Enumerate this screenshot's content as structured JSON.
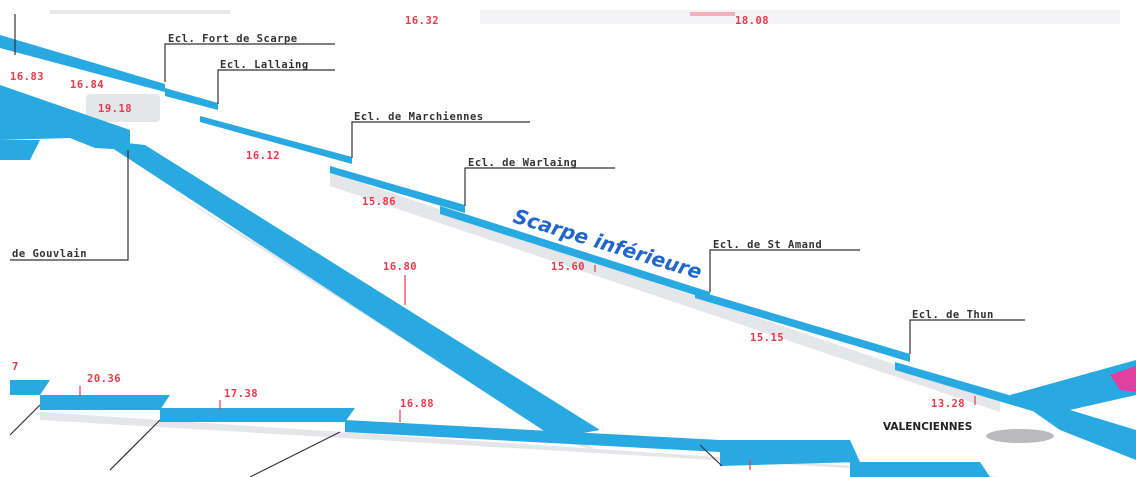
{
  "header": {
    "left_value": "16.32",
    "right_value": "18.08"
  },
  "river_name": "Scarpe inférieure",
  "city_name": "VALENCIENNES",
  "locks": [
    "Ecl. Fort de Scarpe",
    "Ecl. Lallaing",
    "Ecl. de Marchiennes",
    "Ecl. de Warlaing",
    "Ecl. de St Amand",
    "Ecl. de Thun"
  ],
  "canal_label": "de Gouvlain",
  "elevations": {
    "e1": "16.83",
    "e2": "16.84",
    "e3": "19.18",
    "e4": "16.12",
    "e5": "15.86",
    "e6": "15.60",
    "e7": "15.15",
    "e8": "13.28",
    "e9": "16.80",
    "e10": "20.36",
    "e11": "17.38",
    "e12": "16.88",
    "e13": "7"
  },
  "colors": {
    "water": "#29a9e2",
    "elevation_text": "#e83a4a",
    "river_label": "#2266cc",
    "accent_pink": "#e040a0"
  }
}
